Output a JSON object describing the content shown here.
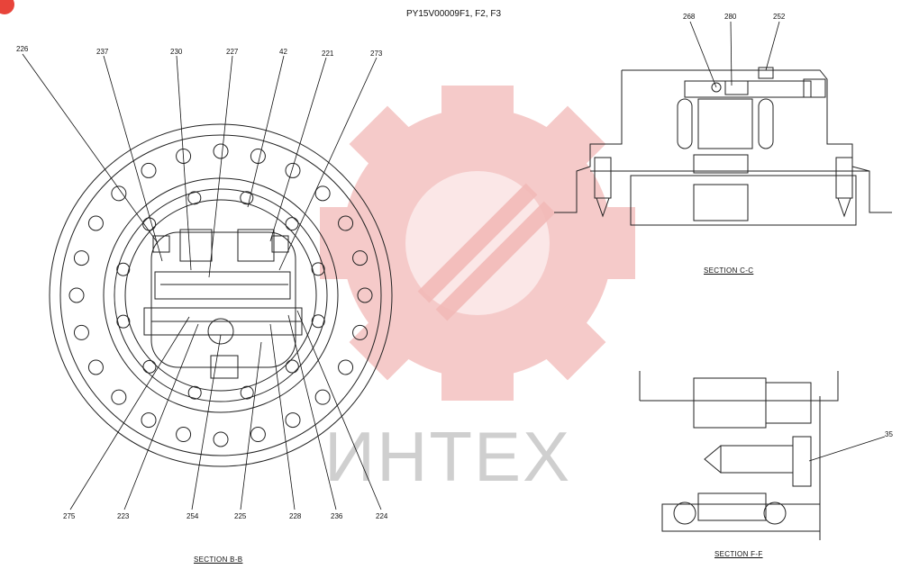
{
  "title": "PY15V00009F1, F2, F3",
  "watermark": {
    "text": "ИНТЕХ",
    "color": "#f2b9b7",
    "text_color": "#cfcfcf"
  },
  "sections": {
    "bb": "SECTION  B-B",
    "cc": "SECTION  C-C",
    "ff": "SECTION  F-F"
  },
  "callouts_top_bb": [
    "226",
    "237",
    "230",
    "227",
    "42",
    "221",
    "273"
  ],
  "callouts_bottom_bb": [
    "275",
    "223",
    "254",
    "225",
    "228",
    "236",
    "224"
  ],
  "callouts_cc": [
    "268",
    "280",
    "252"
  ],
  "callouts_ff": [
    "35"
  ],
  "accent_color": "#e8443a"
}
